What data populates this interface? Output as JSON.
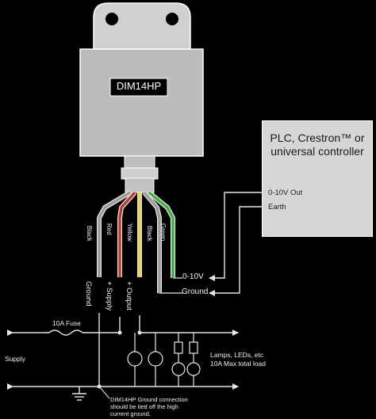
{
  "module": {
    "label": "DIM14HP"
  },
  "controller": {
    "title_line1": "PLC, Crestron™ or",
    "title_line2": "universal controller",
    "port_signal": "0-10V Out",
    "port_earth": "Earth"
  },
  "wires": [
    {
      "color_name": "Black",
      "color": "#9a9a9a"
    },
    {
      "color_name": "Red",
      "color": "#c0392b"
    },
    {
      "color_name": "Yellow",
      "color": "#e8d24a"
    },
    {
      "color_name": "Black",
      "color": "#9a9a9a"
    },
    {
      "color_name": "Green",
      "color": "#3fae3f"
    }
  ],
  "terminals": {
    "ground": "Ground",
    "supply": "+ Supply",
    "output": "+ Output",
    "signal_in": "0-10V",
    "signal_ground": "Ground"
  },
  "labels": {
    "fuse": "10A Fuse",
    "supply": "Supply",
    "loads_line1": "Lamps, LEDs, etc",
    "loads_line2": "10A Max total load",
    "note_line1": "DIM14HP Ground connection",
    "note_line2": "should be tied off the high",
    "note_line3": "current ground."
  },
  "colors": {
    "background": "#000000",
    "line": "#e6e6e6",
    "module_body": "#bcbcbc",
    "controller_fill": "#d6d6d6"
  }
}
